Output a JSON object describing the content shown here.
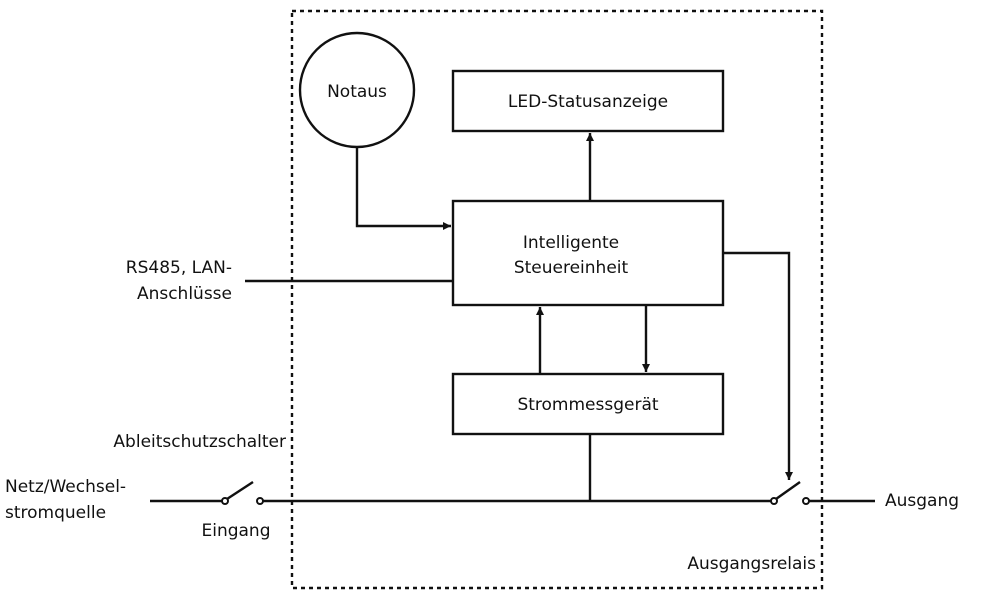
{
  "diagram": {
    "blocks": {
      "notaus": "Notaus",
      "led": "LED-Statusanzeige",
      "steuer_line1": "Intelligente",
      "steuer_line2": "Steuereinheit",
      "strom": "Strommessgerät"
    },
    "labels": {
      "rs485_line1": "RS485, LAN-",
      "rs485_line2": "Anschlüsse",
      "ableit": "Ableitschutzschalter",
      "netz_line1": "Netz/Wechsel-",
      "netz_line2": "stromquelle",
      "eingang": "Eingang",
      "ausgang": "Ausgang",
      "relais": "Ausgangsrelais"
    },
    "colors": {
      "line": "#111111",
      "background": "#ffffff"
    }
  }
}
